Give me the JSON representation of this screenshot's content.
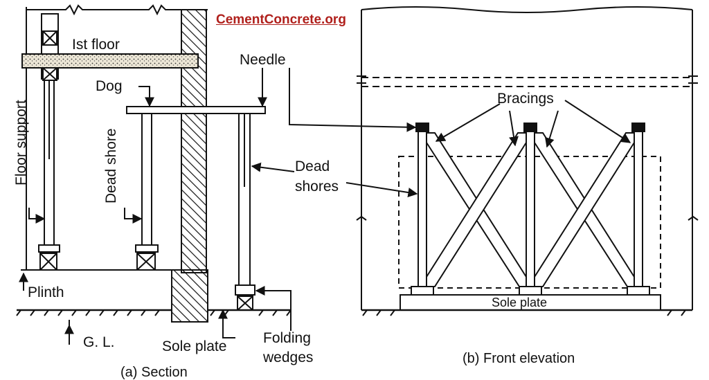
{
  "watermark": "CementConcrete.org",
  "section": {
    "caption": "(a) Section",
    "labels": {
      "first_floor": "Ist floor",
      "floor_support": "Floor support",
      "dog": "Dog",
      "needle": "Needle",
      "dead_shore": "Dead shore",
      "dead_shores_1": "Dead",
      "dead_shores_2": "shores",
      "plinth": "Plinth",
      "ground_level": "G. L.",
      "sole_plate": "Sole plate",
      "folding_wedges_1": "Folding",
      "folding_wedges_2": "wedges"
    }
  },
  "elevation": {
    "caption": "(b) Front elevation",
    "labels": {
      "bracings": "Bracings",
      "sole_plate": "Sole plate"
    }
  },
  "colors": {
    "ink": "#111111",
    "watermark": "#b0201c",
    "background": "#ffffff",
    "floor_fill": "#d8d2c4"
  }
}
